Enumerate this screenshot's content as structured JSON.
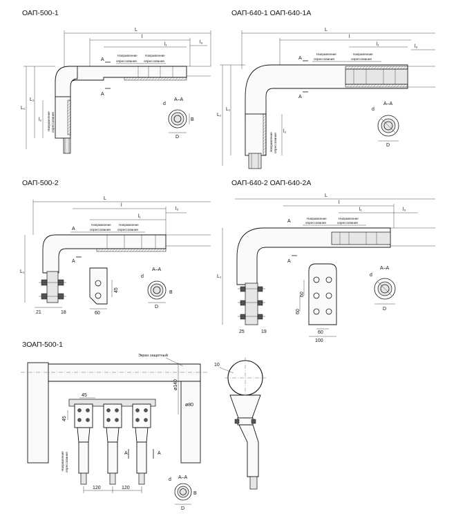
{
  "titles": {
    "oap500_1": "ОАП-500-1",
    "oap640_1": "ОАП-640-1  ОАП-640-1А",
    "oap500_2": "ОАП-500-2",
    "oap640_2": "ОАП-640-2  ОАП-640-2А",
    "zoap500_1": "ЗОАП-500-1"
  },
  "labels": {
    "L": "L",
    "l": "l",
    "l1": "l₁",
    "l2": "l₂",
    "l3": "l₃",
    "L1": "L₁",
    "L2": "L₂",
    "A": "A",
    "AA": "A–A",
    "d": "d",
    "D": "D",
    "B": "B",
    "dir1": "Направление",
    "dir2": "опрессования",
    "screen": "Экран защитный"
  },
  "dims": {
    "d45": "45",
    "d60": "60",
    "d21": "21",
    "d18": "18",
    "d25": "25",
    "d19": "19",
    "d100": "100",
    "d10": "10",
    "d120": "120",
    "dia140": "ø140",
    "dia80": "ø80"
  }
}
